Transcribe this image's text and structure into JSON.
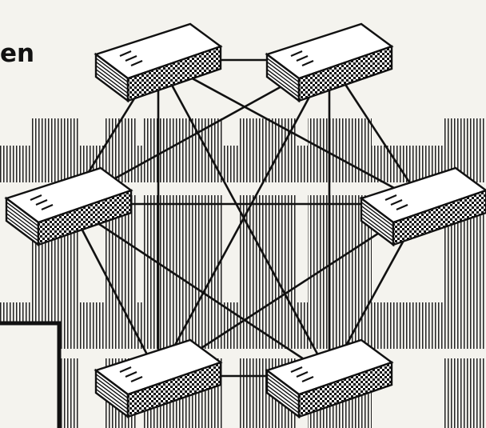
{
  "figure": {
    "heading_fragment": "en"
  },
  "network": {
    "nodes": [
      {
        "id": "top-left"
      },
      {
        "id": "top-right"
      },
      {
        "id": "middle-left"
      },
      {
        "id": "middle-right"
      },
      {
        "id": "bottom-left"
      },
      {
        "id": "bottom-right"
      }
    ],
    "links": [
      [
        "top-left",
        "top-right"
      ],
      [
        "top-left",
        "middle-left"
      ],
      [
        "top-left",
        "middle-right"
      ],
      [
        "top-left",
        "bottom-left"
      ],
      [
        "top-left",
        "bottom-right"
      ],
      [
        "top-right",
        "middle-left"
      ],
      [
        "top-right",
        "middle-right"
      ],
      [
        "top-right",
        "bottom-left"
      ],
      [
        "top-right",
        "bottom-right"
      ],
      [
        "middle-left",
        "middle-right"
      ],
      [
        "middle-left",
        "bottom-left"
      ],
      [
        "middle-left",
        "bottom-right"
      ],
      [
        "middle-right",
        "bottom-left"
      ],
      [
        "middle-right",
        "bottom-right"
      ],
      [
        "bottom-left",
        "bottom-right"
      ]
    ]
  }
}
